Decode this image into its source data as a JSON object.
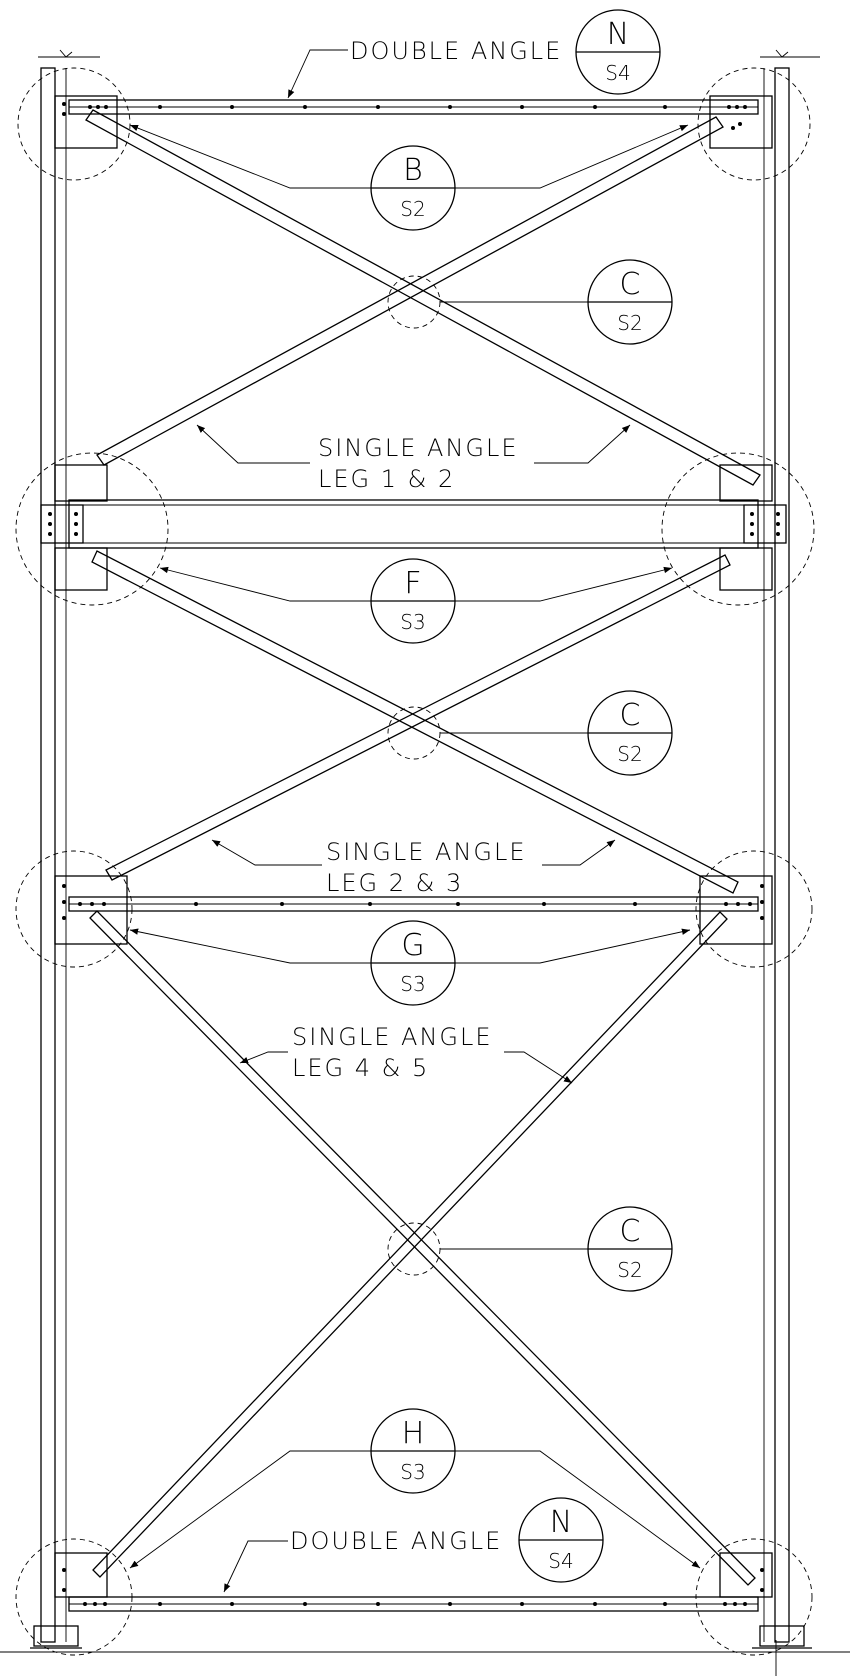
{
  "labels": {
    "double_angle_top": "DOUBLE ANGLE",
    "double_angle_bottom": "DOUBLE ANGLE",
    "single_angle_1": [
      "SINGLE ANGLE",
      "LEG 1 & 2"
    ],
    "single_angle_2": [
      "SINGLE ANGLE",
      "LEG 2 & 3"
    ],
    "single_angle_3": [
      "SINGLE ANGLE",
      "LEG 4 & 5"
    ]
  },
  "bubbles": {
    "n_top": {
      "detail": "N",
      "sheet": "S4"
    },
    "b": {
      "detail": "B",
      "sheet": "S2"
    },
    "c1": {
      "detail": "C",
      "sheet": "S2"
    },
    "f": {
      "detail": "F",
      "sheet": "S3"
    },
    "c2": {
      "detail": "C",
      "sheet": "S2"
    },
    "g": {
      "detail": "G",
      "sheet": "S3"
    },
    "c3": {
      "detail": "C",
      "sheet": "S2"
    },
    "h": {
      "detail": "H",
      "sheet": "S3"
    },
    "n_bottom": {
      "detail": "N",
      "sheet": "S4"
    }
  }
}
